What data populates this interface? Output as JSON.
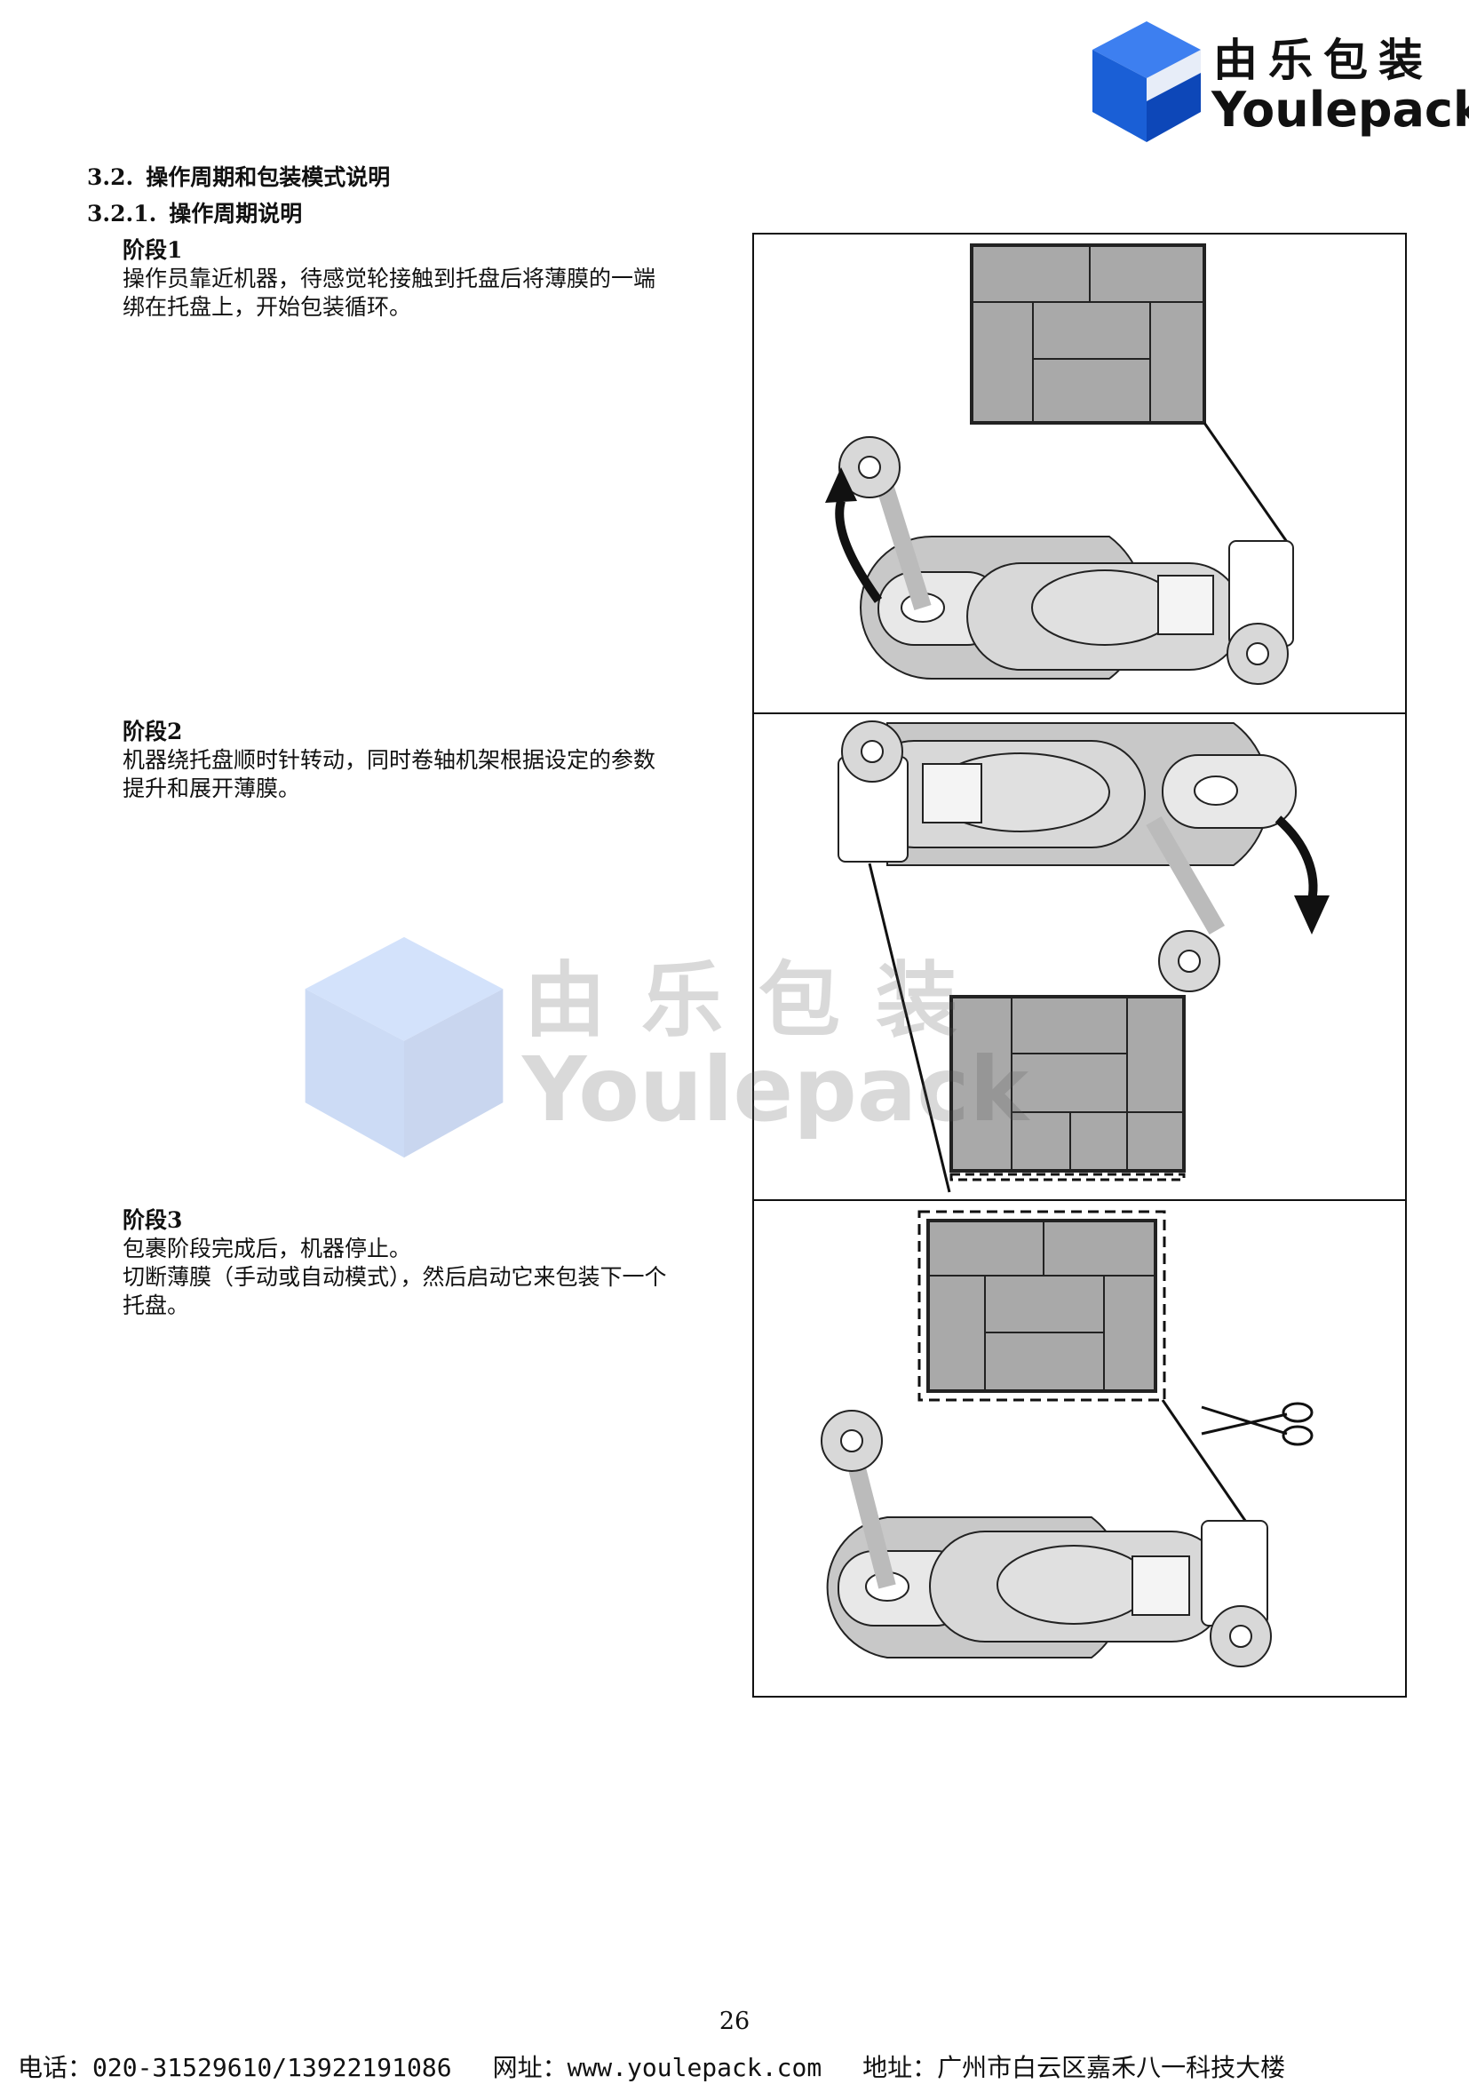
{
  "logo": {
    "cn": "由乐包装",
    "en": "Youlepack",
    "color": "#1a5fd6"
  },
  "section": {
    "number": "3.2.",
    "title": "操作周期和包装模式说明"
  },
  "subsection": {
    "number": "3.2.1.",
    "title": "操作周期说明"
  },
  "stages": [
    {
      "title": "阶段1",
      "lines": [
        "操作员靠近机器，待感觉轮接触到托盘后将薄膜的一端",
        "绑在托盘上，开始包装循环。"
      ]
    },
    {
      "title": "阶段2",
      "lines": [
        "机器绕托盘顺时针转动，同时卷轴机架根据设定的参数",
        "提升和展开薄膜。"
      ]
    },
    {
      "title": "阶段3",
      "lines": [
        "包裹阶段完成后，机器停止。",
        "切断薄膜（手动或自动模式），然后启动它来包装下一个",
        "托盘。"
      ]
    }
  ],
  "watermark": {
    "cn": "由乐包装",
    "en": "Youlepack"
  },
  "page_number": "26",
  "footer": {
    "phone": "电话：020-31529610/13922191086",
    "web": "网址：www.youlepack.com",
    "address": "地址：广州市白云区嘉禾八一科技大楼"
  },
  "icons": [
    "cube-logo-icon",
    "rotation-arrow-icon",
    "scissors-icon"
  ]
}
